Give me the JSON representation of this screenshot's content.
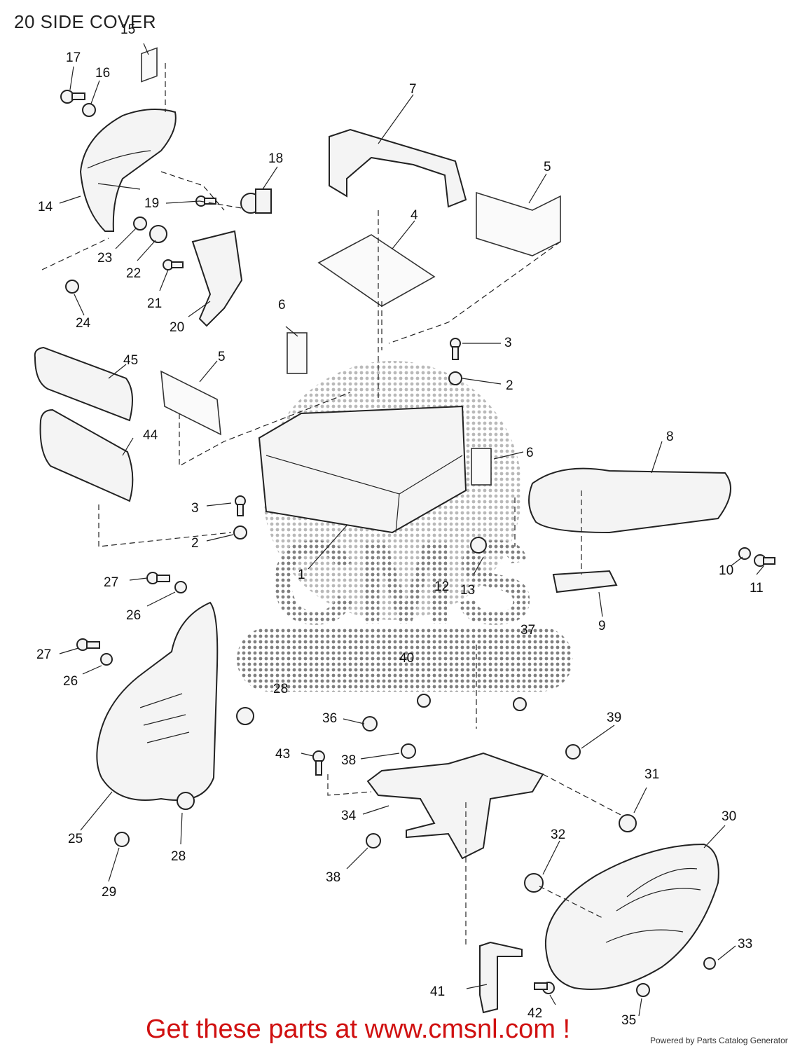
{
  "title": "20 SIDE COVER",
  "callouts": {
    "c1": "1",
    "c2a": "2",
    "c2b": "2",
    "c3a": "3",
    "c3b": "3",
    "c4": "4",
    "c5a": "5",
    "c5b": "5",
    "c6a": "6",
    "c6b": "6",
    "c7": "7",
    "c8": "8",
    "c9": "9",
    "c10": "10",
    "c11": "11",
    "c12": "12",
    "c13": "13",
    "c14": "14",
    "c15": "15",
    "c16": "16",
    "c17": "17",
    "c18": "18",
    "c19": "19",
    "c20": "20",
    "c21": "21",
    "c22": "22",
    "c23": "23",
    "c24": "24",
    "c25": "25",
    "c26a": "26",
    "c26b": "26",
    "c27a": "27",
    "c27b": "27",
    "c28a": "28",
    "c28b": "28",
    "c29": "29",
    "c30": "30",
    "c31": "31",
    "c32": "32",
    "c33": "33",
    "c34": "34",
    "c35": "35",
    "c36": "36",
    "c37": "37",
    "c38a": "38",
    "c38b": "38",
    "c39": "39",
    "c40": "40",
    "c41": "41",
    "c42": "42",
    "c43": "43",
    "c44": "44",
    "c45": "45"
  },
  "watermark": "CMS",
  "footer": {
    "promo": "Get these parts at www.cmsnl.com !",
    "powered": "Powered by Parts Catalog Generator"
  },
  "colors": {
    "promo": "#d01010",
    "lines": "#222222",
    "watermark": "#6a6a6a"
  }
}
